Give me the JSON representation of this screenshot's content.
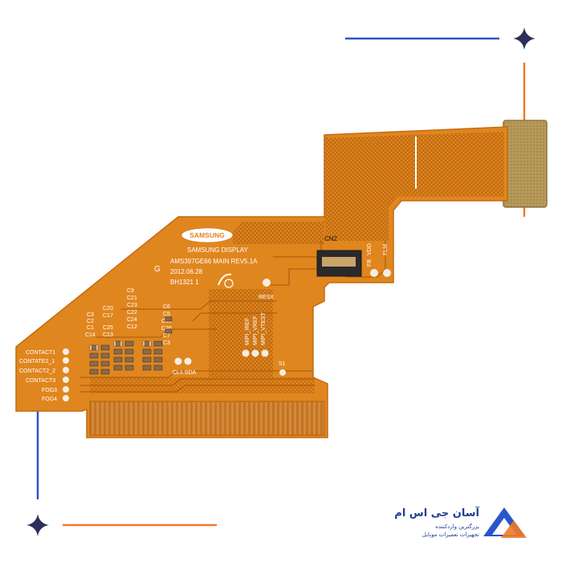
{
  "board": {
    "brand_logo_text": "SAMSUNG",
    "maker": "SAMSUNG DISPLAY",
    "part_number": "AMS397GE66  MAIN  REV5.1A",
    "date": "2012.06.28",
    "batch": "BH1321 1",
    "grade": "G",
    "connector": "CN2",
    "pin_fb": "FB",
    "pin_vdd": "VDD",
    "pin_flm": "FLM",
    "resx": "RESX",
    "mipi_iref": "MIPI_IREF",
    "mipi_vref": "MIPI_VREF",
    "mipi_vtest": "MIPI_VTEST",
    "cl_sda": "CL1 SDA",
    "s1": "S1",
    "contacts": [
      "CONTACT1",
      "CONTATE2_1",
      "CONTACT2_2",
      "CONTACT3",
      "FOG3",
      "FOG4"
    ],
    "caps_a": [
      "C20",
      "C17",
      "C25",
      "C13"
    ],
    "caps_b": [
      "C9",
      "C21",
      "C23",
      "C22",
      "C24",
      "C12"
    ],
    "caps_c": [
      "C6",
      "C5",
      "C10",
      "C26",
      "C7",
      "C3"
    ],
    "caps_d": [
      "C3",
      "C2",
      "C1",
      "C14"
    ]
  },
  "brand": {
    "name": "آسان جی اس ام",
    "tagline1": "بزرگترین واردکننده",
    "tagline2": "تجهیزات تعمیرات موبایل"
  },
  "colors": {
    "pcb_orange": "#e0861e",
    "pcb_dark": "#b45f0c",
    "gold": "#b49656",
    "accent_blue": "#2b56c9",
    "accent_orange": "#f07a2a",
    "star": "#2b2f5a"
  },
  "icons": [
    "sparkle-star-icon",
    "sparkle-star-icon",
    "brand-triangle-logo-icon"
  ]
}
